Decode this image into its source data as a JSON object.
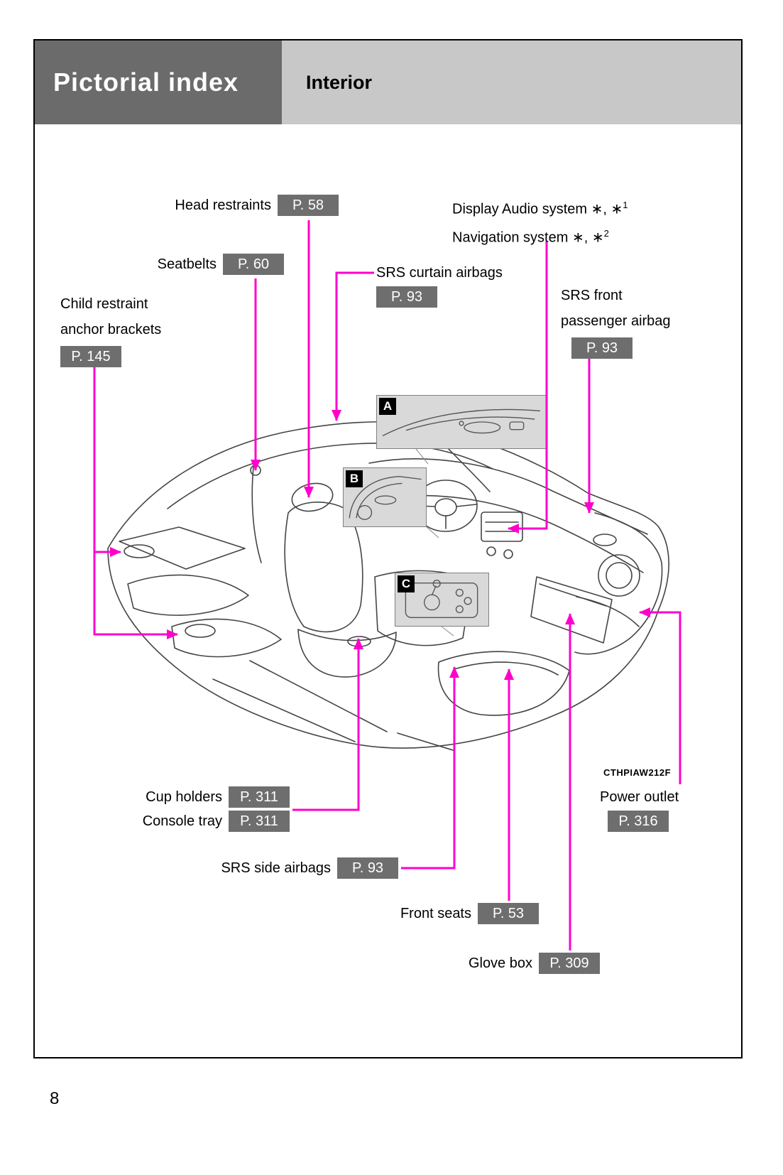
{
  "colors": {
    "arrow": "#ff00cc",
    "header_dark_bg": "#6b6b6b",
    "header_light_bg": "#c8c8c8",
    "badge_bg": "#6e6e6e",
    "inset_bg": "#d9d9d9",
    "line_art": "#444444"
  },
  "header": {
    "title": "Pictorial index",
    "subtitle": "Interior"
  },
  "page": {
    "number": "8"
  },
  "figure": {
    "code": "CTHPIAW212F",
    "insets": {
      "a": "A",
      "b": "B",
      "c": "C"
    }
  },
  "callouts": {
    "head_restraints": {
      "label": "Head restraints",
      "page": "P. 58"
    },
    "seatbelts": {
      "label": "Seatbelts",
      "page": "P. 60"
    },
    "child_restraint_anchor_brackets": {
      "line1": "Child restraint",
      "line2": "anchor brackets",
      "page": "P. 145"
    },
    "srs_curtain_airbags": {
      "label": "SRS curtain airbags",
      "page": "P. 93"
    },
    "display_audio_navigation": {
      "line1": "Display Audio system ∗, ∗",
      "line1_sup": "1",
      "line2": "Navigation system ∗, ∗",
      "line2_sup": "2"
    },
    "srs_front_passenger_airbag": {
      "line1": "SRS front",
      "line2": "passenger airbag",
      "page": "P. 93"
    },
    "cup_holders": {
      "label": "Cup holders",
      "page": "P. 311"
    },
    "console_tray": {
      "label": "Console tray",
      "page": "P. 311"
    },
    "srs_side_airbags": {
      "label": "SRS side airbags",
      "page": "P. 93"
    },
    "front_seats": {
      "label": "Front seats",
      "page": "P. 53"
    },
    "glove_box": {
      "label": "Glove box",
      "page": "P. 309"
    },
    "power_outlet": {
      "label": "Power outlet",
      "page": "P. 316"
    }
  }
}
